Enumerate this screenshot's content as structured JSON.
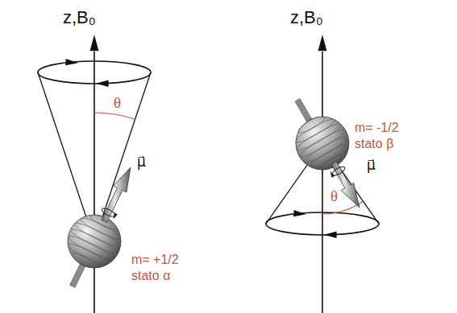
{
  "diagram": {
    "labels": [
      "z,B₀",
      "θ",
      "μ⃗",
      "m= +1/2",
      "stato α",
      "z,B₀",
      "μ⃗",
      "m= -1/2",
      "stato β",
      "θ"
    ]
  }
}
